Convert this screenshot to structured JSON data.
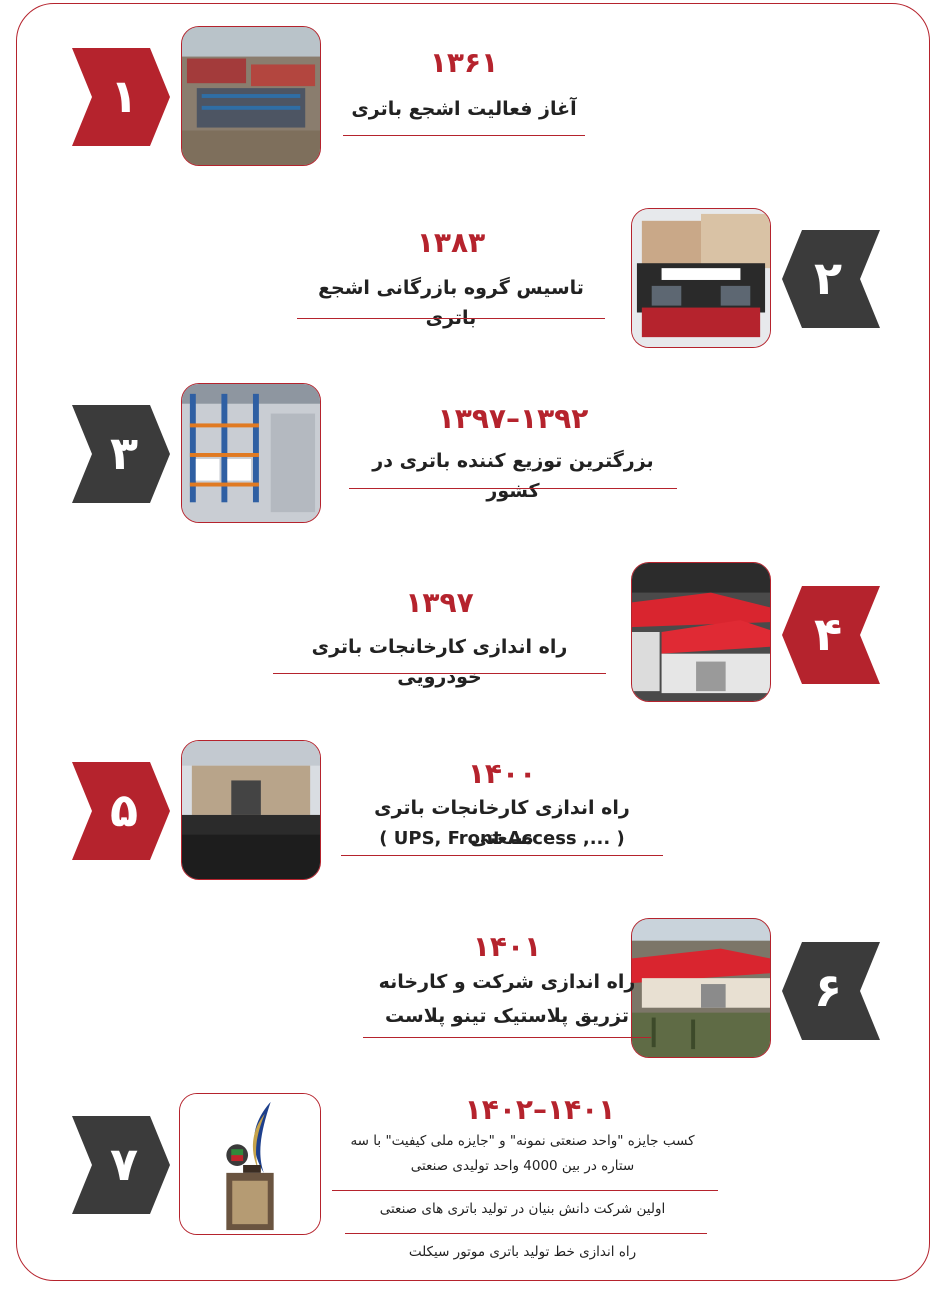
{
  "colors": {
    "red": "#b5232d",
    "dark": "#3b3b3b"
  },
  "milestones": [
    {
      "number": "۱",
      "year": "۱۳۶۱",
      "title": "آغاز فعالیت اشجع باتری",
      "chevron_color": "red",
      "photo_icon": "factory-aerial-photo"
    },
    {
      "number": "۲",
      "year": "۱۳۸۳",
      "title": "تاسیس گروه بازرگانی اشجع باتری",
      "chevron_color": "dark",
      "photo_icon": "storefront-photo"
    },
    {
      "number": "۳",
      "year": "۱۳۹۲–۱۳۹۷",
      "title": "بزرگترین توزیع کننده باتری در کشور",
      "chevron_color": "dark",
      "photo_icon": "warehouse-photo"
    },
    {
      "number": "۴",
      "year": "۱۳۹۷",
      "title": "راه اندازی کارخانجات باتری خودرویی",
      "chevron_color": "red",
      "photo_icon": "factory-roofs-photo"
    },
    {
      "number": "۵",
      "year": "۱۴۰۰",
      "title": "راه اندازی کارخانجات باتری صنعتی",
      "subtitle": "( UPS, Front Access ,... )",
      "chevron_color": "red",
      "photo_icon": "crowd-photo"
    },
    {
      "number": "۶",
      "year": "۱۴۰۱",
      "title": "راه اندازی شرکت و کارخانه",
      "title_line2": "تزریق پلاستیک تینو پلاست",
      "chevron_color": "dark",
      "photo_icon": "factory-plant-photo"
    },
    {
      "number": "۷",
      "year": "۱۴۰۱–۱۴۰۲",
      "lines": [
        "کسب جایزه \"واحد صنعتی نمونه\" و \"جایزه ملی کیفیت\" با سه",
        "ستاره در بین 4000 واحد تولیدی صنعتی",
        "اولین شرکت دانش بنیان در تولید باتری های صنعتی",
        "راه اندازی خط تولید باتری موتور سیکلت"
      ],
      "chevron_color": "dark",
      "photo_icon": "award-trophy-photo"
    }
  ]
}
